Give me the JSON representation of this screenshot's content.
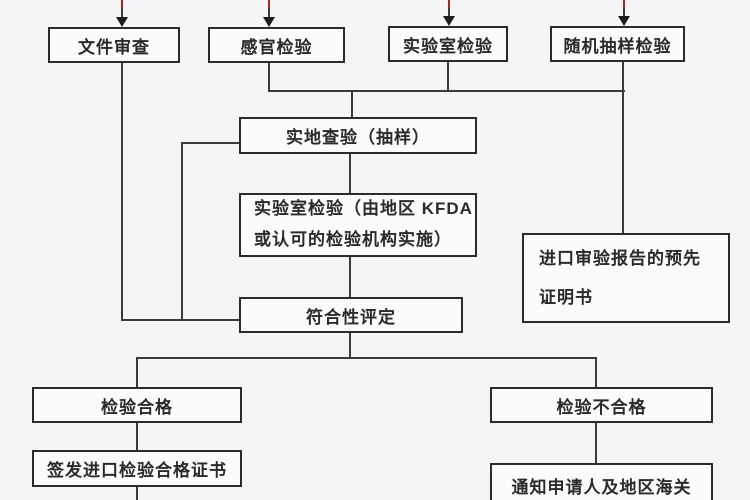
{
  "diagram": {
    "type": "flowchart",
    "language": "zh",
    "nodes": {
      "doc_review": "文件审查",
      "sensory": "感官检验",
      "lab": "实验室检验",
      "random_sampling": "随机抽样检验",
      "field_check": "实地查验（抽样）",
      "lab_kfda_line1": "实验室检验（由地区 KFDA",
      "lab_kfda_line2": "或认可的检验机构实施）",
      "conformity": "符合性评定",
      "pre_cert_line1": "进口审验报告的预先",
      "pre_cert_line2": "证明书",
      "pass": "检验合格",
      "fail": "检验不合格",
      "issue_cert": "签发进口检验合格证书",
      "notify": "通知申请人及地区海关"
    },
    "colors": {
      "background": "#f5f5f7",
      "box_fill": "#fbfbfc",
      "box_border": "#2b2b2b",
      "connector_line": "#3a3a3a",
      "text": "#2a2a2a",
      "arrow_tip_red": "#b22222"
    }
  }
}
